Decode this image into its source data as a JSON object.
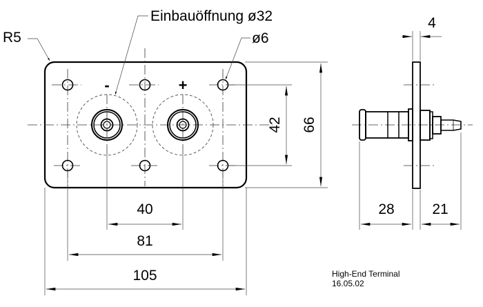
{
  "drawing": {
    "title": "High-End Terminal",
    "date": "16.05.02",
    "annotations": {
      "corner_radius": "R5",
      "mounting_opening": "Einbauöffnung ø32",
      "hole_diameter": "ø6",
      "polarity_negative": "-",
      "polarity_positive": "+"
    },
    "dimensions": {
      "terminal_spacing": "40",
      "hole_spacing_horizontal": "81",
      "plate_width": "105",
      "hole_spacing_vertical": "42",
      "plate_height": "66",
      "plate_thickness": "4",
      "front_depth": "28",
      "rear_depth": "21"
    }
  }
}
